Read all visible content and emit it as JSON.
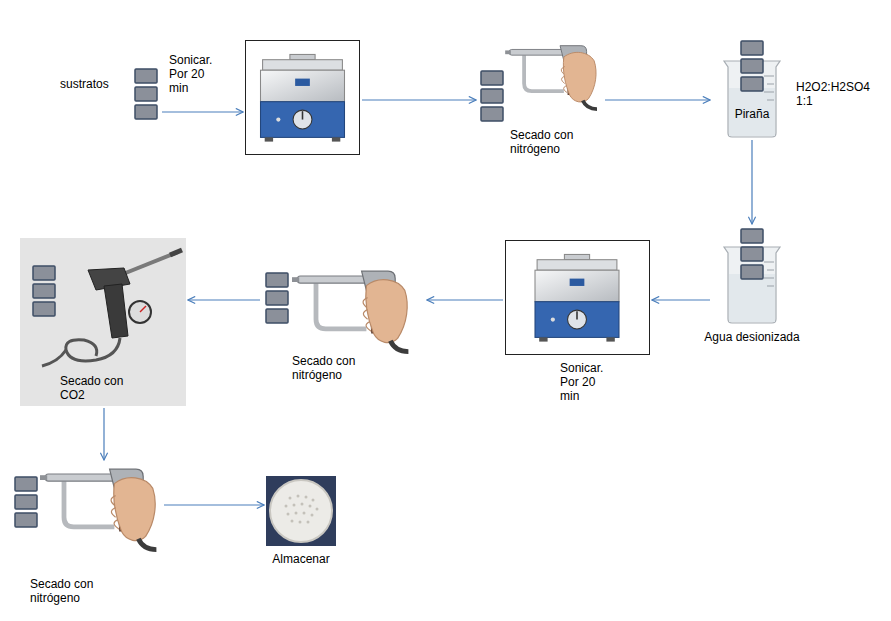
{
  "diagram": {
    "nodes": [
      {
        "text": [
          "sustratos"
        ]
      },
      {
        "text": [
          "Sonicar. Por 20 min"
        ]
      },
      {
        "text": [
          "Secado con nitrógeno"
        ]
      },
      {
        "text": [
          "Piraña",
          "H2O2:H2SO4 1:1"
        ]
      },
      {
        "text": [
          "Agua desionizada"
        ]
      },
      {
        "text": [
          "Sonicar. Por 20 min"
        ]
      },
      {
        "text": [
          "Secado con nitrógeno"
        ]
      },
      {
        "text": [
          "Secado con CO2"
        ]
      },
      {
        "text": [
          "Secado con nitrógeno"
        ]
      },
      {
        "text": [
          "Almacenar"
        ]
      }
    ],
    "edges": [
      {
        "from": 0,
        "to": 1,
        "arrow": "to"
      },
      {
        "from": 1,
        "to": 2,
        "arrow": "to"
      },
      {
        "from": 2,
        "to": 3,
        "arrow": "to"
      },
      {
        "from": 3,
        "to": 4,
        "arrow": "to"
      },
      {
        "from": 4,
        "to": 5,
        "arrow": "to"
      },
      {
        "from": 5,
        "to": 6,
        "arrow": "to"
      },
      {
        "from": 6,
        "to": 7,
        "arrow": "to"
      },
      {
        "from": 7,
        "to": 8,
        "arrow": "to"
      },
      {
        "from": 8,
        "to": 9,
        "arrow": "to"
      }
    ]
  }
}
